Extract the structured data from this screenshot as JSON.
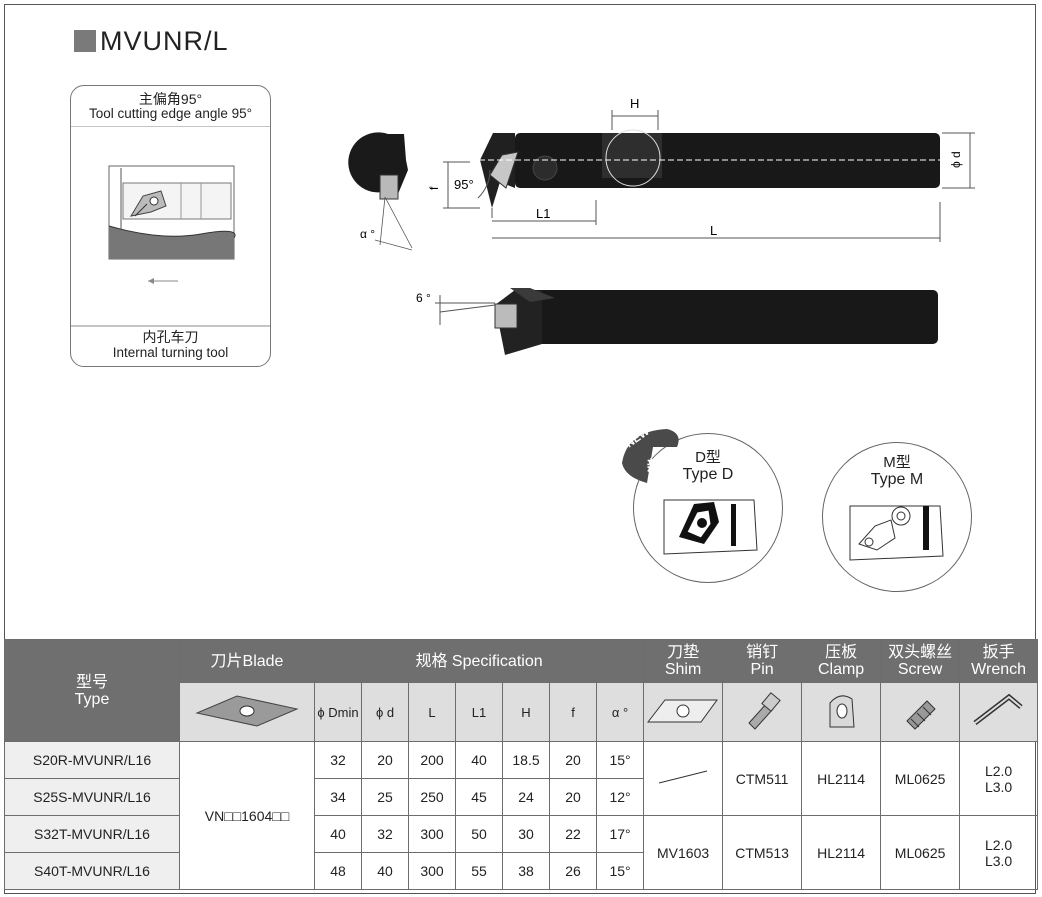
{
  "title": "MVUNR/L",
  "illustration": {
    "top_cn": "主偏角95°",
    "top_en": "Tool cutting edge angle 95°",
    "bottom_cn": "内孔车刀",
    "bottom_en": "Internal turning tool"
  },
  "drawing": {
    "h": "H",
    "phi_d": "ϕ d",
    "angle": "95°",
    "f": "f",
    "l1": "L1",
    "l": "L",
    "alpha": "α °",
    "six": "6 °"
  },
  "types": {
    "new_badge": "NEW",
    "new_cn": "新",
    "d_cn": "D型",
    "d_en": "Type D",
    "m_cn": "M型",
    "m_en": "Type M"
  },
  "table": {
    "type_cn": "型号",
    "type_en": "Type",
    "blade_label": "刀片Blade",
    "spec_label": "规格 Specification",
    "shim_cn": "刀垫",
    "shim_en": "Shim",
    "pin_cn": "销钉",
    "pin_en": "Pin",
    "clamp_cn": "压板",
    "clamp_en": "Clamp",
    "screw_cn": "双头螺丝",
    "screw_en": "Screw",
    "wrench_cn": "扳手",
    "wrench_en": "Wrench",
    "spec_cols": [
      "ϕ Dmin",
      "ϕ d",
      "L",
      "L1",
      "H",
      "f",
      "α °"
    ],
    "blade_code": "VN□□1604□□",
    "rows": [
      {
        "type": "S20R-MVUNR/L16",
        "vals": [
          "32",
          "20",
          "200",
          "40",
          "18.5",
          "20",
          "15°"
        ]
      },
      {
        "type": "S25S-MVUNR/L16",
        "vals": [
          "34",
          "25",
          "250",
          "45",
          "24",
          "20",
          "12°"
        ]
      },
      {
        "type": "S32T-MVUNR/L16",
        "vals": [
          "40",
          "32",
          "300",
          "50",
          "30",
          "22",
          "17°"
        ]
      },
      {
        "type": "S40T-MVUNR/L16",
        "vals": [
          "48",
          "40",
          "300",
          "55",
          "38",
          "26",
          "15°"
        ]
      }
    ],
    "group1": {
      "pin": "CTM511",
      "clamp": "HL2114",
      "screw": "ML0625",
      "wrench_a": "L2.0",
      "wrench_b": "L3.0"
    },
    "group2": {
      "shim": "MV1603",
      "pin": "CTM513",
      "clamp": "HL2114",
      "screw": "ML0625",
      "wrench_a": "L2.0",
      "wrench_b": "L3.0"
    }
  }
}
